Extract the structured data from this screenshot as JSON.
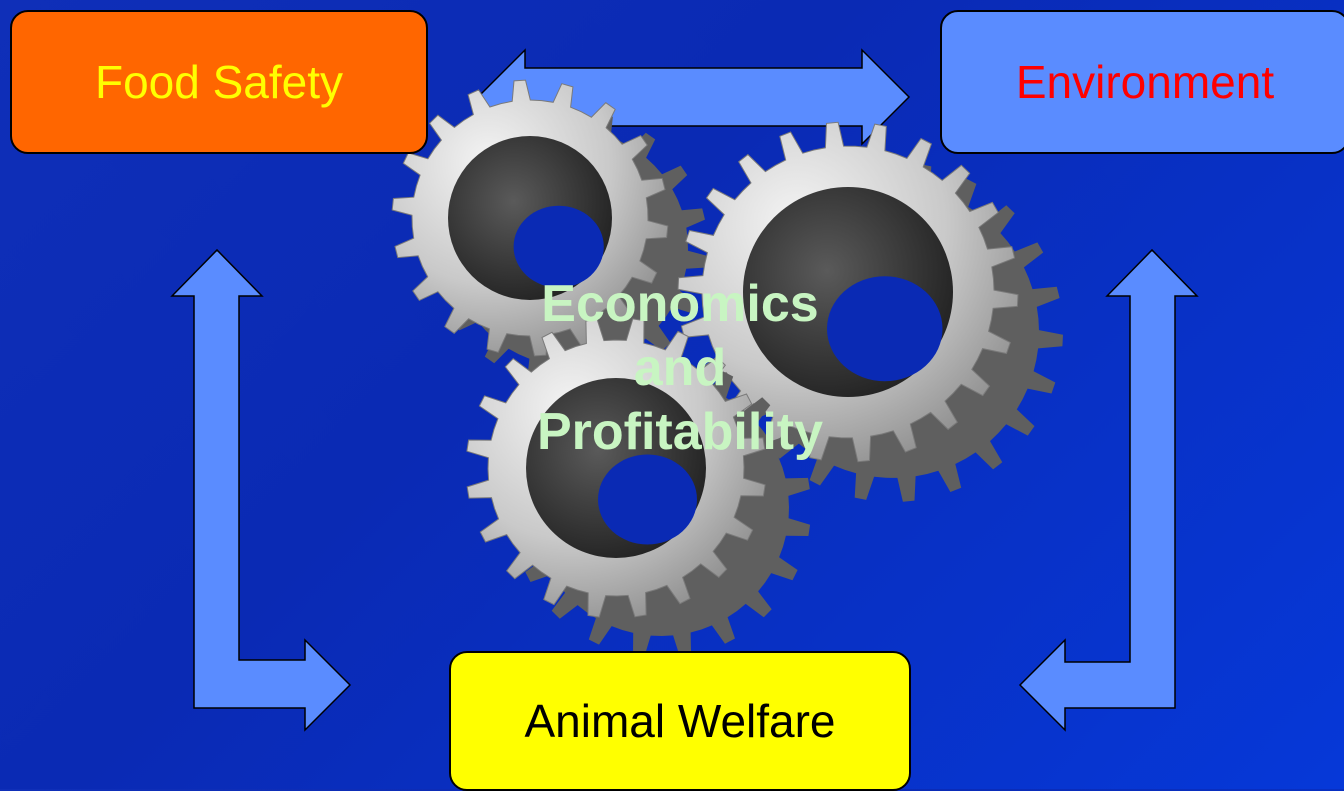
{
  "diagram": {
    "nodes": {
      "food_safety": "Food Safety",
      "environment": "Environment",
      "animal_welfare": "Animal Welfare"
    },
    "center": {
      "line1": "Economics",
      "line2": "and",
      "line3": "Profitability"
    },
    "edges": [
      {
        "from": "Food Safety",
        "to": "Environment",
        "type": "bidirectional"
      },
      {
        "from": "Food Safety",
        "to": "Animal Welfare",
        "type": "bidirectional"
      },
      {
        "from": "Environment",
        "to": "Animal Welfare",
        "type": "bidirectional"
      }
    ],
    "colors": {
      "background": "#0a2ab4",
      "arrow_fill": "#5a8cff",
      "food_safety_box": "#ff6600",
      "food_safety_text": "#ffff00",
      "environment_box": "#5a8cff",
      "environment_text": "#ff0000",
      "animal_welfare_box": "#ffff00",
      "animal_welfare_text": "#000000",
      "center_text": "#c8f5c2"
    },
    "icons": [
      "gear-icon"
    ]
  }
}
